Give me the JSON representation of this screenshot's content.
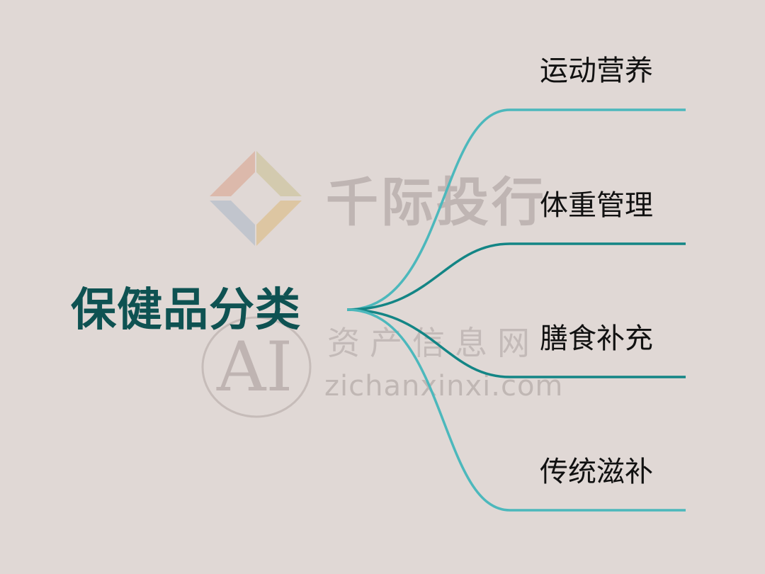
{
  "diagram": {
    "root": "保健品分类",
    "branches": [
      "运动营养",
      "体重管理",
      "膳食补充",
      "传统滋补"
    ]
  },
  "watermark": {
    "brand": "千际投行",
    "subtitle": "资产信息网",
    "url": "zichanxinxi.com",
    "mark": "AI"
  },
  "colors": {
    "background": "#e0d8d5",
    "root_text": "#0e5252",
    "branch_line_light": "#4cb8bc",
    "branch_line_dark": "#138585"
  }
}
